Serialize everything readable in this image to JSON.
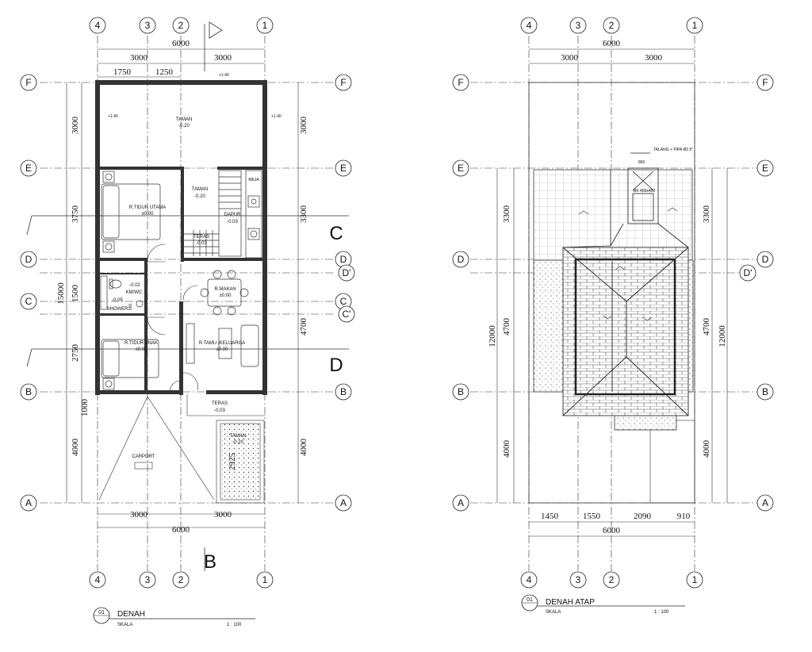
{
  "plans": {
    "denah": {
      "title": "DENAH",
      "number": "01",
      "scale_label": "SKALA",
      "scale": "1 : 100",
      "dims": {
        "overall": "6000",
        "left_half": "3000",
        "right_half": "3000",
        "seg_1750": "1750",
        "seg_1250": "1250",
        "v_3000": "3000",
        "v_3750": "3750",
        "v_1500": "1500",
        "v_2750": "2750",
        "v_1000": "1000",
        "v_4000": "4000",
        "v_15000": "15000",
        "r_3000": "3000",
        "r_3300": "3300",
        "r_4700": "4700",
        "r_4000": "4000",
        "bottom_left": "3000",
        "bottom_right": "3000",
        "bottom_total": "6000",
        "garden_2925": "2925"
      },
      "levels": {
        "plus140a": "+1.40",
        "plus140b": "+1.40",
        "plus140c": "+1.40"
      },
      "rooms": {
        "taman_top": "TAMAN",
        "taman_top_lvl": "-0.20",
        "taman_mid": "TAMAN",
        "taman_mid_lvl": "-0.20",
        "meja": "MEJA",
        "tidur_utama": "R.TIDUR UTAMA",
        "tidur_utama_lvl": "±0.00",
        "dapur": "DAPUR",
        "dapur_lvl": "-0.03",
        "teras_back": "TERAS",
        "teras_back_lvl": "-0.03",
        "kmwc": "KM/WC",
        "kmwc_lvl": "-0.05",
        "kmwc_lvl2": "-0.02",
        "shower": "SHOWER",
        "makan": "R.MAKAN",
        "makan_lvl": "±0.00",
        "tamu": "R.TAMU /KELUARGA",
        "tamu_lvl": "±0.00",
        "tidur_anak": "R.TIDUR ANAK",
        "tidur_anak_lvl": "±0.00",
        "teras_front": "TERAS",
        "teras_front_lvl": "-0.03",
        "carport": "CARPORT",
        "taman_front": "TAMAN",
        "taman_front_lvl": "-0.20",
        "wall_550": "550"
      },
      "section_marks": {
        "b": "B",
        "c": "C",
        "d": "D"
      }
    },
    "atap": {
      "title": "DENAH ATAP",
      "number": "01",
      "scale_label": "SKALA",
      "scale": "1 : 100",
      "dims": {
        "overall": "6000",
        "left_half": "3000",
        "right_half": "3000",
        "l_3300": "3300",
        "l_4700": "4700",
        "l_12000": "12000",
        "l_4000": "4000",
        "r_3300": "3300",
        "r_4700": "4700",
        "r_12000": "12000",
        "r_4000": "4000",
        "b_1450": "1450",
        "b_1550": "1550",
        "b_2090": "2090",
        "b_910": "910",
        "bottom_total": "6000",
        "seg_860": "860"
      },
      "notes": {
        "talang": "TALANG + PIPA Ø2.5\"",
        "bak": "BK 400x450"
      }
    }
  },
  "grid_labels": {
    "cols": [
      "4",
      "3",
      "2",
      "1"
    ],
    "rows": [
      "F",
      "E",
      "D",
      "D'",
      "C",
      "C'",
      "B",
      "A"
    ]
  }
}
